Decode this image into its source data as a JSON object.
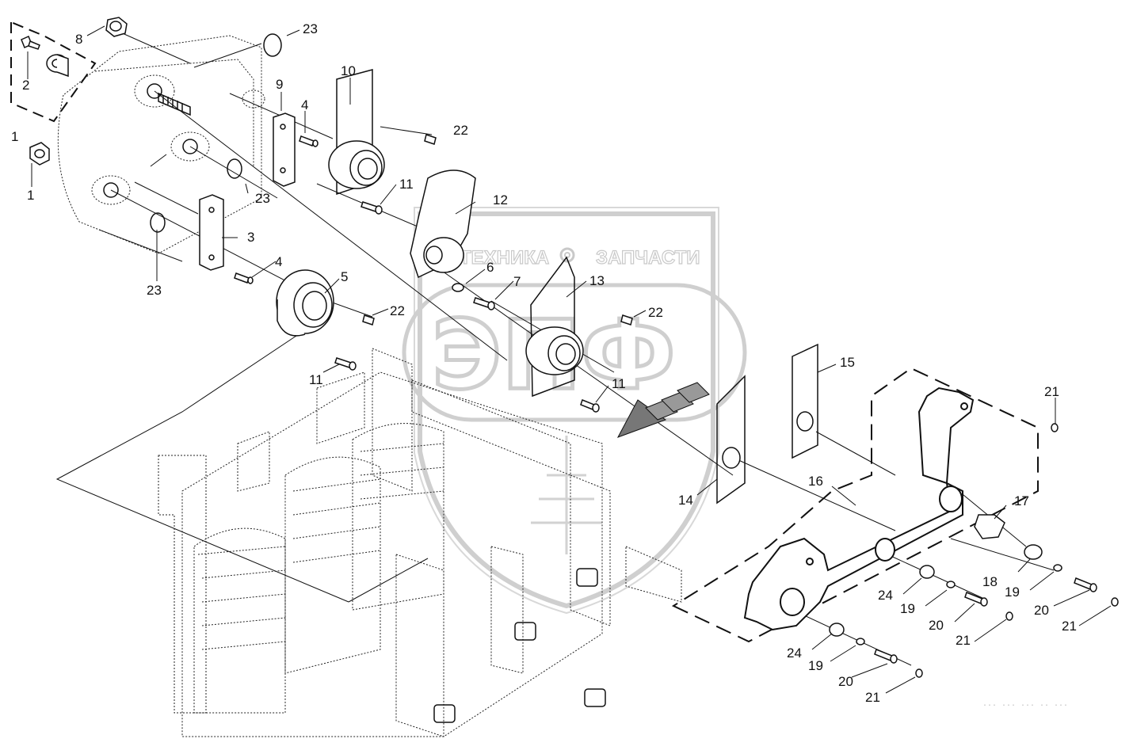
{
  "diagram": {
    "callouts": [
      {
        "id": "c1a",
        "text": "1"
      },
      {
        "id": "c1b",
        "text": "1"
      },
      {
        "id": "c2",
        "text": "2"
      },
      {
        "id": "c3",
        "text": "3"
      },
      {
        "id": "c4a",
        "text": "4"
      },
      {
        "id": "c4b",
        "text": "4"
      },
      {
        "id": "c5",
        "text": "5"
      },
      {
        "id": "c6",
        "text": "6"
      },
      {
        "id": "c7",
        "text": "7"
      },
      {
        "id": "c8",
        "text": "8"
      },
      {
        "id": "c9",
        "text": "9"
      },
      {
        "id": "c10",
        "text": "10"
      },
      {
        "id": "c11a",
        "text": "11"
      },
      {
        "id": "c11b",
        "text": "11"
      },
      {
        "id": "c11c",
        "text": "11"
      },
      {
        "id": "c12",
        "text": "12"
      },
      {
        "id": "c13",
        "text": "13"
      },
      {
        "id": "c14",
        "text": "14"
      },
      {
        "id": "c15",
        "text": "15"
      },
      {
        "id": "c16",
        "text": "16"
      },
      {
        "id": "c17",
        "text": "17"
      },
      {
        "id": "c18",
        "text": "18"
      },
      {
        "id": "c19a",
        "text": "19"
      },
      {
        "id": "c19b",
        "text": "19"
      },
      {
        "id": "c19c",
        "text": "19"
      },
      {
        "id": "c20a",
        "text": "20"
      },
      {
        "id": "c20b",
        "text": "20"
      },
      {
        "id": "c20c",
        "text": "20"
      },
      {
        "id": "c21a",
        "text": "21"
      },
      {
        "id": "c21b",
        "text": "21"
      },
      {
        "id": "c21c",
        "text": "21"
      },
      {
        "id": "c21d",
        "text": "21"
      },
      {
        "id": "c22a",
        "text": "22"
      },
      {
        "id": "c22b",
        "text": "22"
      },
      {
        "id": "c22c",
        "text": "22"
      },
      {
        "id": "c23a",
        "text": "23"
      },
      {
        "id": "c23b",
        "text": "23"
      },
      {
        "id": "c23c",
        "text": "23"
      },
      {
        "id": "c24a",
        "text": "24"
      },
      {
        "id": "c24b",
        "text": "24"
      }
    ],
    "drawing_code": "··· ··· ··· ·· ···"
  },
  "watermark": {
    "left_text": "ТЕХНИКА",
    "right_text": "ЗАПЧАСТИ",
    "logo_letters": "ЭПФ"
  },
  "colors": {
    "line": "#111111",
    "watermark": "#c9c9c9",
    "marker_fill": "#777777"
  }
}
